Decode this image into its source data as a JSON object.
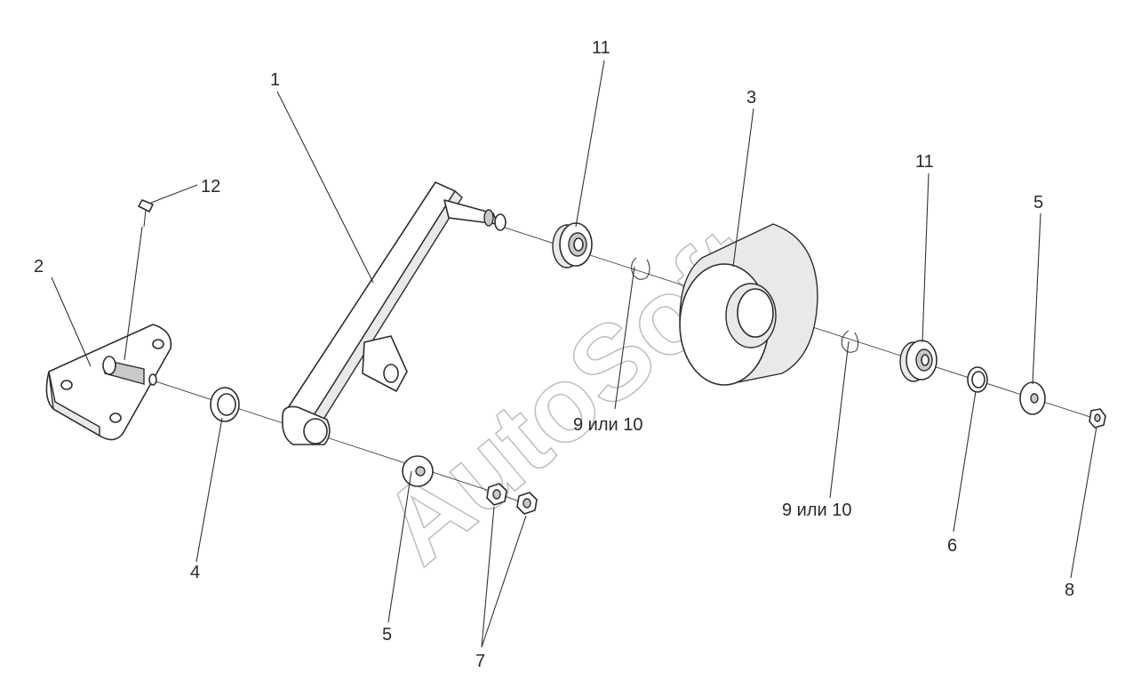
{
  "watermark": "AutoSoft",
  "callouts": [
    {
      "id": "label-1",
      "text": "1"
    },
    {
      "id": "label-2",
      "text": "2"
    },
    {
      "id": "label-3",
      "text": "3"
    },
    {
      "id": "label-4",
      "text": "4"
    },
    {
      "id": "label-5a",
      "text": "5"
    },
    {
      "id": "label-5b",
      "text": "5"
    },
    {
      "id": "label-6",
      "text": "6"
    },
    {
      "id": "label-7",
      "text": "7"
    },
    {
      "id": "label-8",
      "text": "8"
    },
    {
      "id": "label-9a",
      "text": "9 или 10"
    },
    {
      "id": "label-9b",
      "text": "9 или 10"
    },
    {
      "id": "label-11a",
      "text": "11"
    },
    {
      "id": "label-11b",
      "text": "11"
    },
    {
      "id": "label-12",
      "text": "12"
    }
  ]
}
